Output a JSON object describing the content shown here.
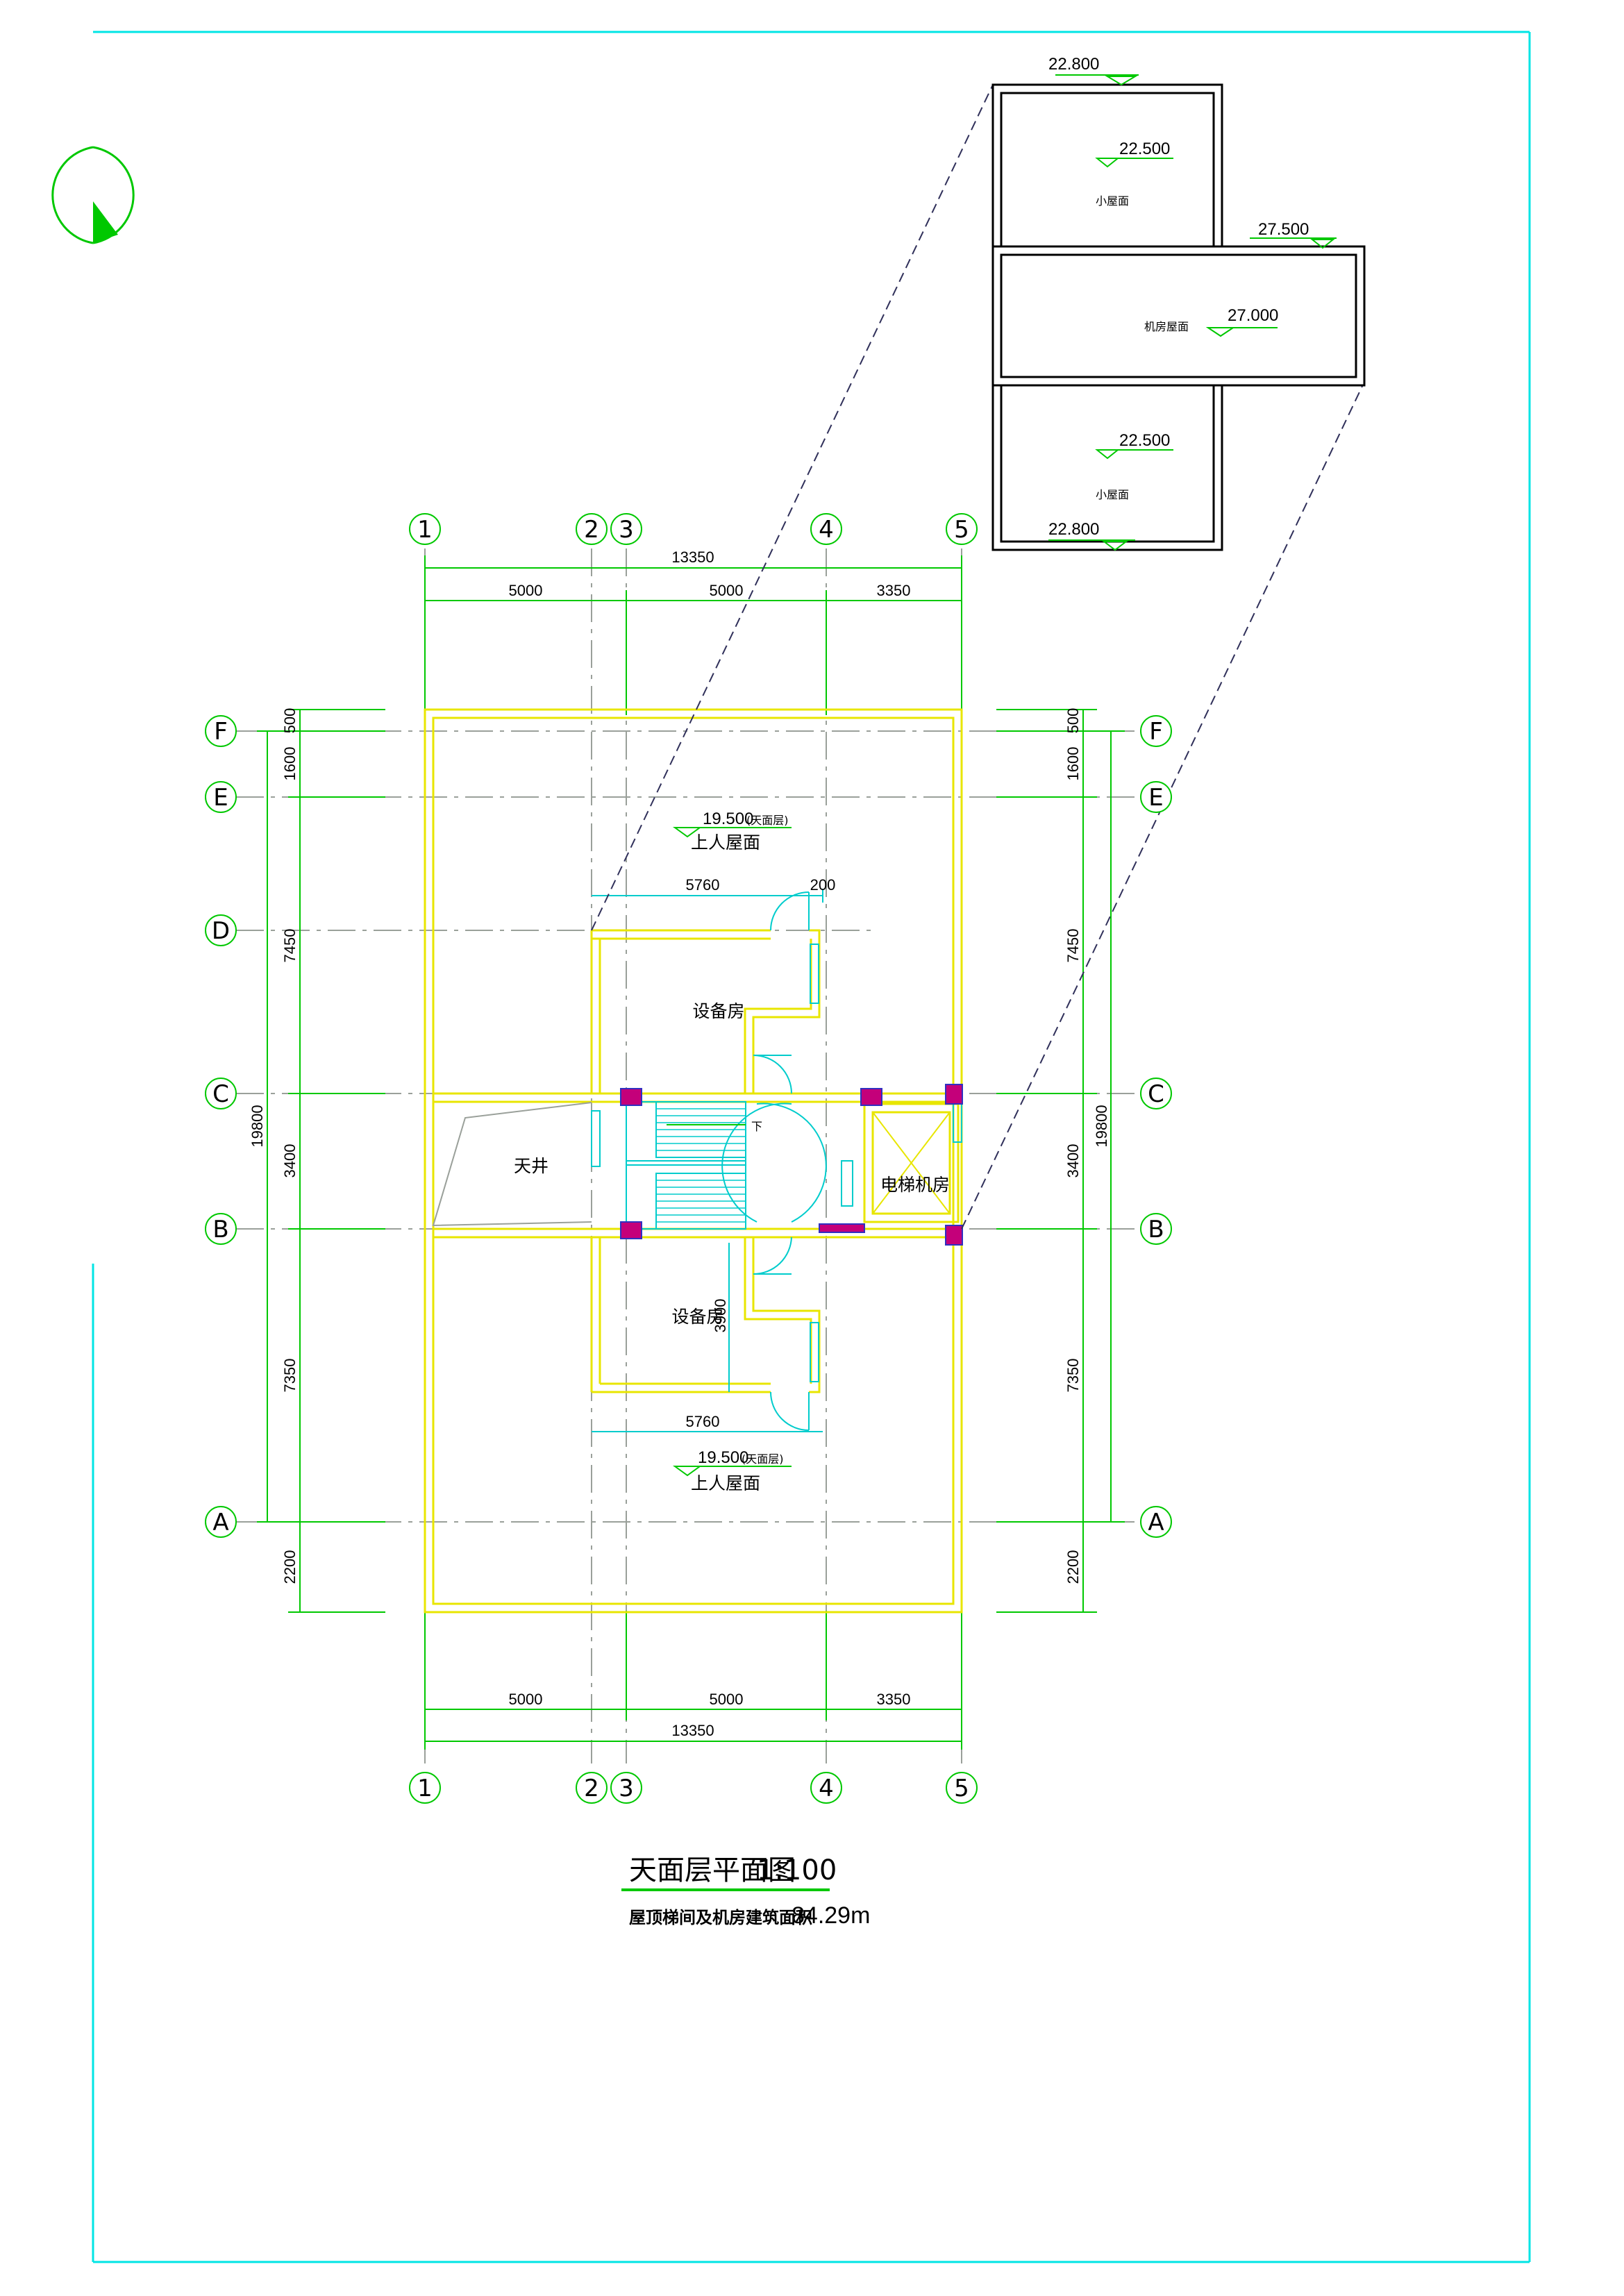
{
  "title": {
    "main": "天面层平面图",
    "scale": "1:100",
    "note": "屋顶梯间及机房建筑面积",
    "area": "84.29m"
  },
  "grid_labels": {
    "columns": [
      "1",
      "2",
      "3",
      "4",
      "5"
    ],
    "rows": [
      "F",
      "E",
      "D",
      "C",
      "B",
      "A"
    ]
  },
  "dimensions": {
    "total_width": "13350",
    "span_1_3": "5000",
    "span_3_4": "5000",
    "span_4_5": "3350",
    "total_height": "19800",
    "row_f_top": "500",
    "row_f_e": "1600",
    "row_e_c": "7450",
    "row_c_b": "3400",
    "row_b_a": "7350",
    "row_a_bottom": "2200",
    "room_width_top": "5760",
    "room_offset": "200",
    "room_width_bottom": "5760",
    "room_depth": "3900"
  },
  "rooms": {
    "equipment_room_top": "设备房",
    "equipment_room_bottom": "设备房",
    "light_well": "天井",
    "elevator_machine_room": "电梯机房",
    "stair_down": "下",
    "roof_top": "上人屋面",
    "roof_bottom": "上人屋面"
  },
  "levels": {
    "roof_top_elev": "19.500",
    "roof_top_tag": "(天面层)",
    "roof_bottom_elev": "19.500",
    "roof_bottom_tag": "(天面层)"
  },
  "inset": {
    "top_parapet": "22.800",
    "small_roof_top_elev": "22.500",
    "small_roof_top_label": "小屋面",
    "machine_parapet": "27.500",
    "machine_roof_label": "机房屋面",
    "machine_roof_elev": "27.000",
    "small_roof_bottom_elev": "22.500",
    "small_roof_bottom_label": "小屋面",
    "bottom_parapet": "22.800"
  },
  "colors": {
    "frame": "#00e5e5",
    "dim_line": "#00c800",
    "wall": "#e8e600",
    "stair": "#00cccc",
    "column_fill": "#c4007a",
    "column_edge": "#3030c0",
    "grid_line": "#9aa09a"
  }
}
